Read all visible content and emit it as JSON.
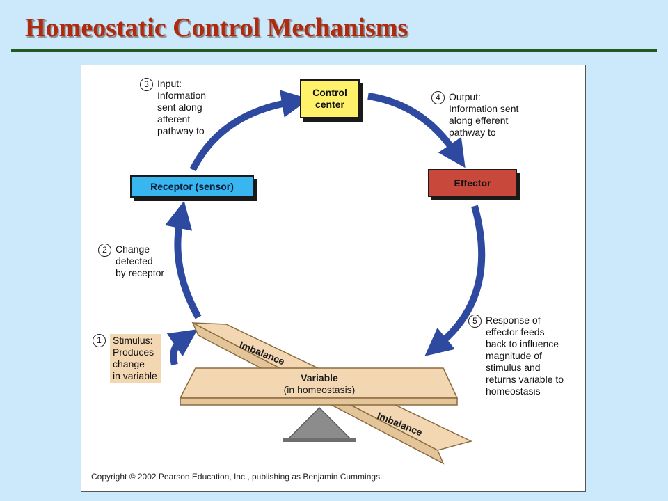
{
  "slide": {
    "title": "Homeostatic Control Mechanisms"
  },
  "diagram": {
    "nodes": {
      "control_center": "Control center",
      "receptor": "Receptor (sensor)",
      "effector": "Effector"
    },
    "steps": [
      {
        "number": "1",
        "text": "Stimulus:\nProduces\nchange\nin variable"
      },
      {
        "number": "2",
        "text": "Change\ndetected\nby receptor"
      },
      {
        "number": "3",
        "text": "Input:\nInformation\nsent along\nafferent\npathway to"
      },
      {
        "number": "4",
        "text": "Output:\nInformation sent\nalong efferent\npathway to"
      },
      {
        "number": "5",
        "text": "Response of\neffector feeds\nback to influence\nmagnitude of\nstimulus and\nreturns variable to\nhomeostasis"
      }
    ],
    "balance": {
      "variable_label": "Variable",
      "variable_sublabel": "(in homeostasis)",
      "imbalance_top": "Imbalance",
      "imbalance_bottom": "Imbalance"
    },
    "copyright": "Copyright © 2002 Pearson Education, Inc., publishing as Benjamin Cummings."
  },
  "colors": {
    "title": "#b02a10",
    "rule": "#1f5a1f",
    "background": "#cce8fb",
    "arrow": "#2e4aa0",
    "control_center": "#fff26a",
    "receptor": "#38b6ef",
    "effector": "#c8483c",
    "plank": "#f2d7b2",
    "fulcrum": "#8c8c8c"
  }
}
